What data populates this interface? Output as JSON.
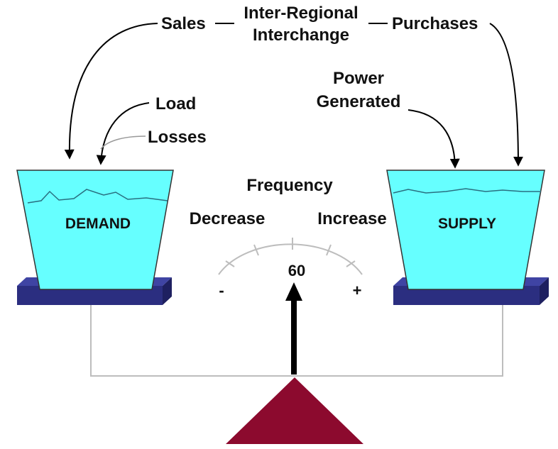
{
  "labels": {
    "sales": "Sales",
    "interchange_line1": "Inter-Regional",
    "interchange_line2": "Interchange",
    "purchases": "Purchases",
    "power_line1": "Power",
    "power_line2": "Generated",
    "load": "Load",
    "losses": "Losses",
    "frequency": "Frequency",
    "decrease": "Decrease",
    "increase": "Increase",
    "gauge_value": "60",
    "gauge_minus": "-",
    "gauge_plus": "+",
    "demand": "DEMAND",
    "supply": "SUPPLY"
  },
  "colors": {
    "bucket_fill": "#66ffff",
    "platform_front": "#2b2e80",
    "platform_top": "#3f44a3",
    "fulcrum": "#8c0a2e",
    "beam": "#bdbdbd",
    "arrow": "#000000"
  }
}
